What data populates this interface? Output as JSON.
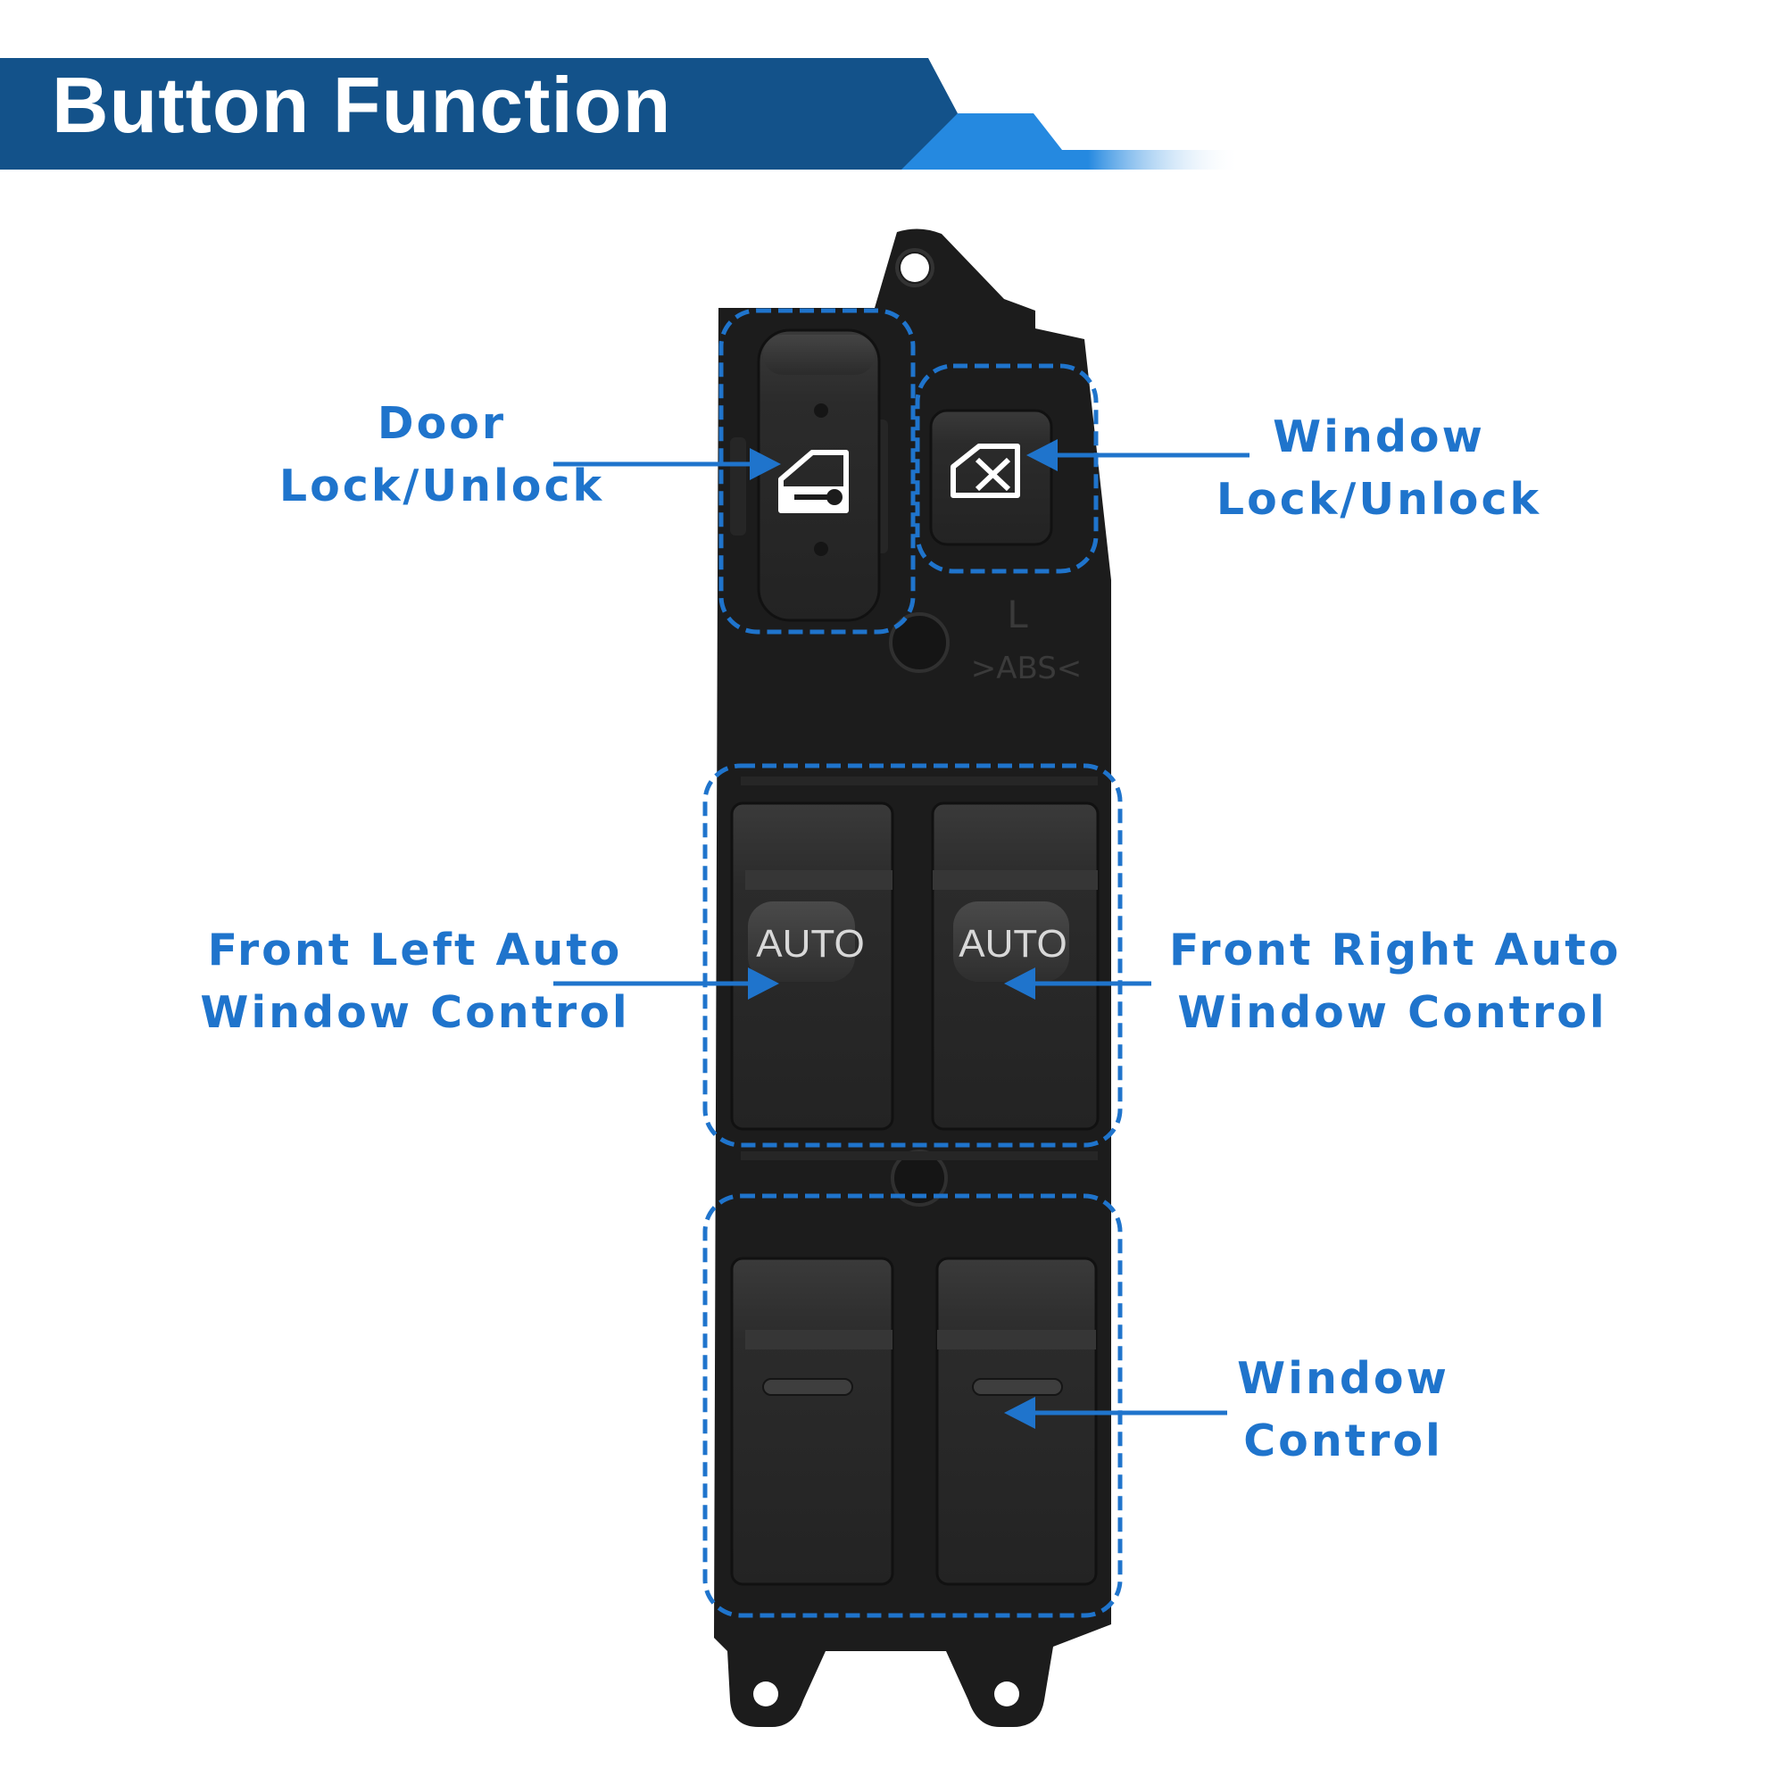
{
  "header": {
    "title": "Button Function"
  },
  "callouts": {
    "door_lock": [
      "Door",
      "Lock/Unlock"
    ],
    "window_lock": [
      "Window",
      "Lock/Unlock"
    ],
    "front_left": [
      "Front Left Auto",
      "Window Control"
    ],
    "front_right": [
      "Front Right Auto",
      "Window Control"
    ],
    "window_control": [
      "Window",
      "Control"
    ]
  },
  "switch_labels": {
    "auto_left": "AUTO",
    "auto_right": "AUTO",
    "side_letter": "L",
    "material_mark": ">ABS<"
  },
  "colors": {
    "banner": "#13528a",
    "accent_blue": "#1f74cc",
    "bright_blue": "#2589e0",
    "switch_body": "#1c1c1c",
    "button": "#2a2a2a"
  }
}
